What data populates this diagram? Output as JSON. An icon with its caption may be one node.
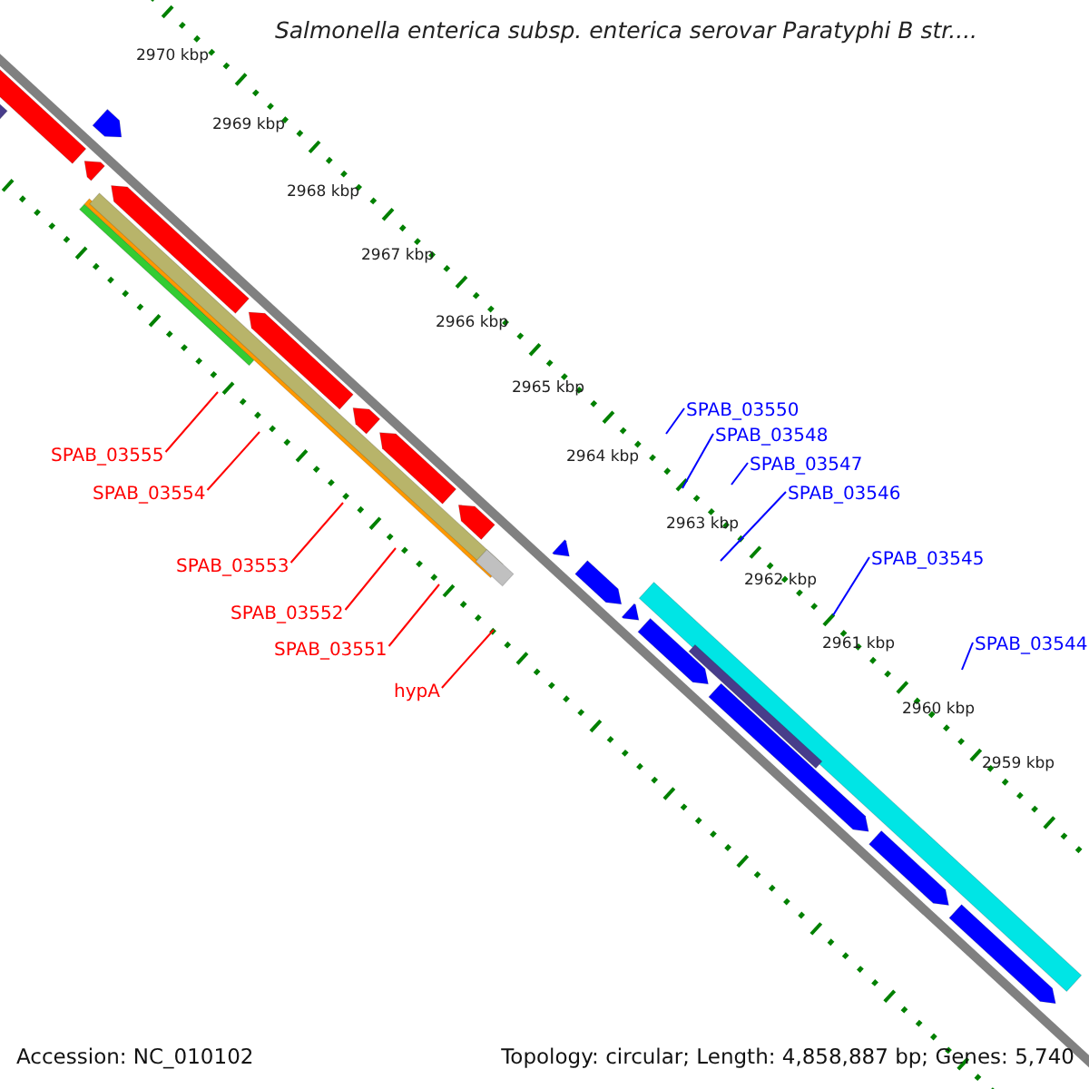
{
  "diagram": {
    "title": "Salmonella enterica subsp. enterica serovar Paratyphi B str....",
    "nodes": [
      {
        "text": [
          "SPAB_03555"
        ]
      },
      {
        "text": [
          "SPAB_03554"
        ]
      },
      {
        "text": [
          "SPAB_03553"
        ]
      },
      {
        "text": [
          "SPAB_03552"
        ]
      },
      {
        "text": [
          "SPAB_03551"
        ]
      },
      {
        "text": [
          "hypA"
        ]
      },
      {
        "text": [
          "SPAB_03550"
        ]
      },
      {
        "text": [
          "SPAB_03548"
        ]
      },
      {
        "text": [
          "SPAB_03547"
        ]
      },
      {
        "text": [
          "SPAB_03546"
        ]
      },
      {
        "text": [
          "SPAB_03545"
        ]
      },
      {
        "text": [
          "SPAB_03544"
        ]
      }
    ],
    "edges": [
      {
        "from": 0,
        "to": null,
        "arrow": "none",
        "color": "#ff0000"
      },
      {
        "from": 1,
        "to": null,
        "arrow": "none",
        "color": "#ff0000"
      },
      {
        "from": 2,
        "to": null,
        "arrow": "none",
        "color": "#ff0000"
      },
      {
        "from": 3,
        "to": null,
        "arrow": "none",
        "color": "#ff0000"
      },
      {
        "from": 4,
        "to": null,
        "arrow": "none",
        "color": "#ff0000"
      },
      {
        "from": 5,
        "to": null,
        "arrow": "none",
        "color": "#ff0000"
      },
      {
        "from": 6,
        "to": null,
        "arrow": "none",
        "color": "#0000ff"
      },
      {
        "from": 7,
        "to": null,
        "arrow": "none",
        "color": "#0000ff"
      },
      {
        "from": 8,
        "to": null,
        "arrow": "none",
        "color": "#0000ff"
      },
      {
        "from": 9,
        "to": null,
        "arrow": "none",
        "color": "#0000ff"
      },
      {
        "from": 10,
        "to": null,
        "arrow": "none",
        "color": "#0000ff"
      },
      {
        "from": 11,
        "to": null,
        "arrow": "none",
        "color": "#0000ff"
      }
    ],
    "labels": [
      "2970 kbp",
      "2969 kbp",
      "2968 kbp",
      "2967 kbp",
      "2966 kbp",
      "2965 kbp",
      "2964 kbp",
      "2963 kbp",
      "2962 kbp",
      "2961 kbp",
      "2960 kbp",
      "2959 kbp",
      "Accession: NC_010102",
      "Topology: circular; Length: 4,858,887 bp; Genes: 5,740"
    ]
  }
}
